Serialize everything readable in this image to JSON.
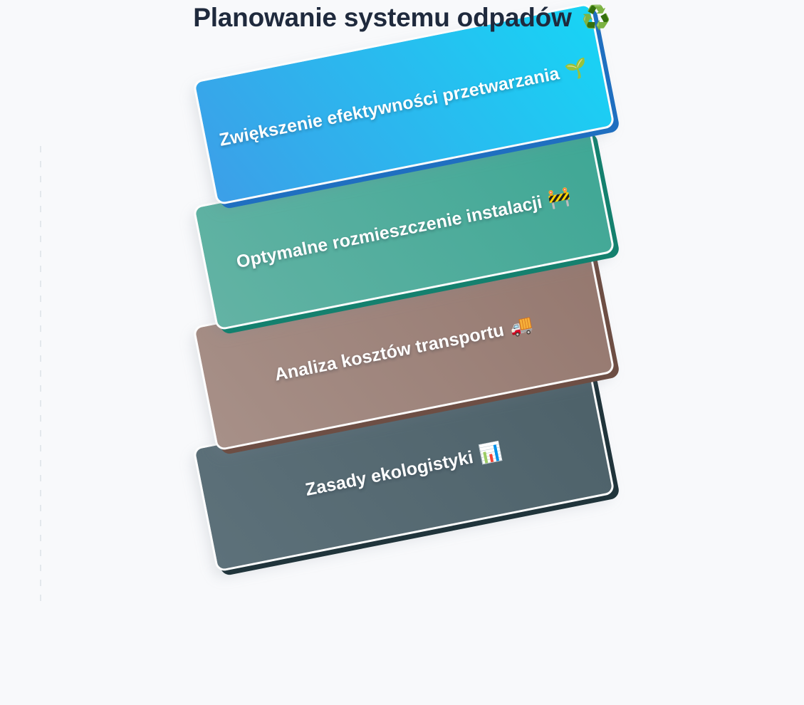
{
  "page": {
    "background_color": "#f8f9fb",
    "title": "Planowanie systemu odpadów",
    "title_icon": "♻️",
    "title_icon_name": "recycling-icon",
    "title_color": "#1f2a3d"
  },
  "decor": {
    "guide_line_color": "#e3e8ec"
  },
  "banners": [
    {
      "label": "Zwiększenie efektywności przetwarzania",
      "icon": "🌱",
      "icon_name": "seedling-icon",
      "color_from": "#3c9fe8",
      "color_to": "#18d4f5",
      "edge_color": "#1f6fc0",
      "text_color": "#ffffff"
    },
    {
      "label": "Optymalne rozmieszczenie instalacji",
      "icon": "🚧",
      "icon_name": "construction-barrier-icon",
      "color_from": "#63b3a4",
      "color_to": "#3fa795",
      "edge_color": "#14806e",
      "text_color": "#ffffff"
    },
    {
      "label": "Analiza kosztów transportu",
      "icon": "🚚",
      "icon_name": "delivery-truck-icon",
      "color_from": "#a79088",
      "color_to": "#95786f",
      "edge_color": "#6d4e44",
      "text_color": "#ffffff"
    },
    {
      "label": "Zasady ekologistyki",
      "icon": "📊",
      "icon_name": "bar-chart-icon",
      "color_from": "#5d717a",
      "color_to": "#4d6169",
      "edge_color": "#20343b",
      "text_color": "#ffffff"
    }
  ]
}
